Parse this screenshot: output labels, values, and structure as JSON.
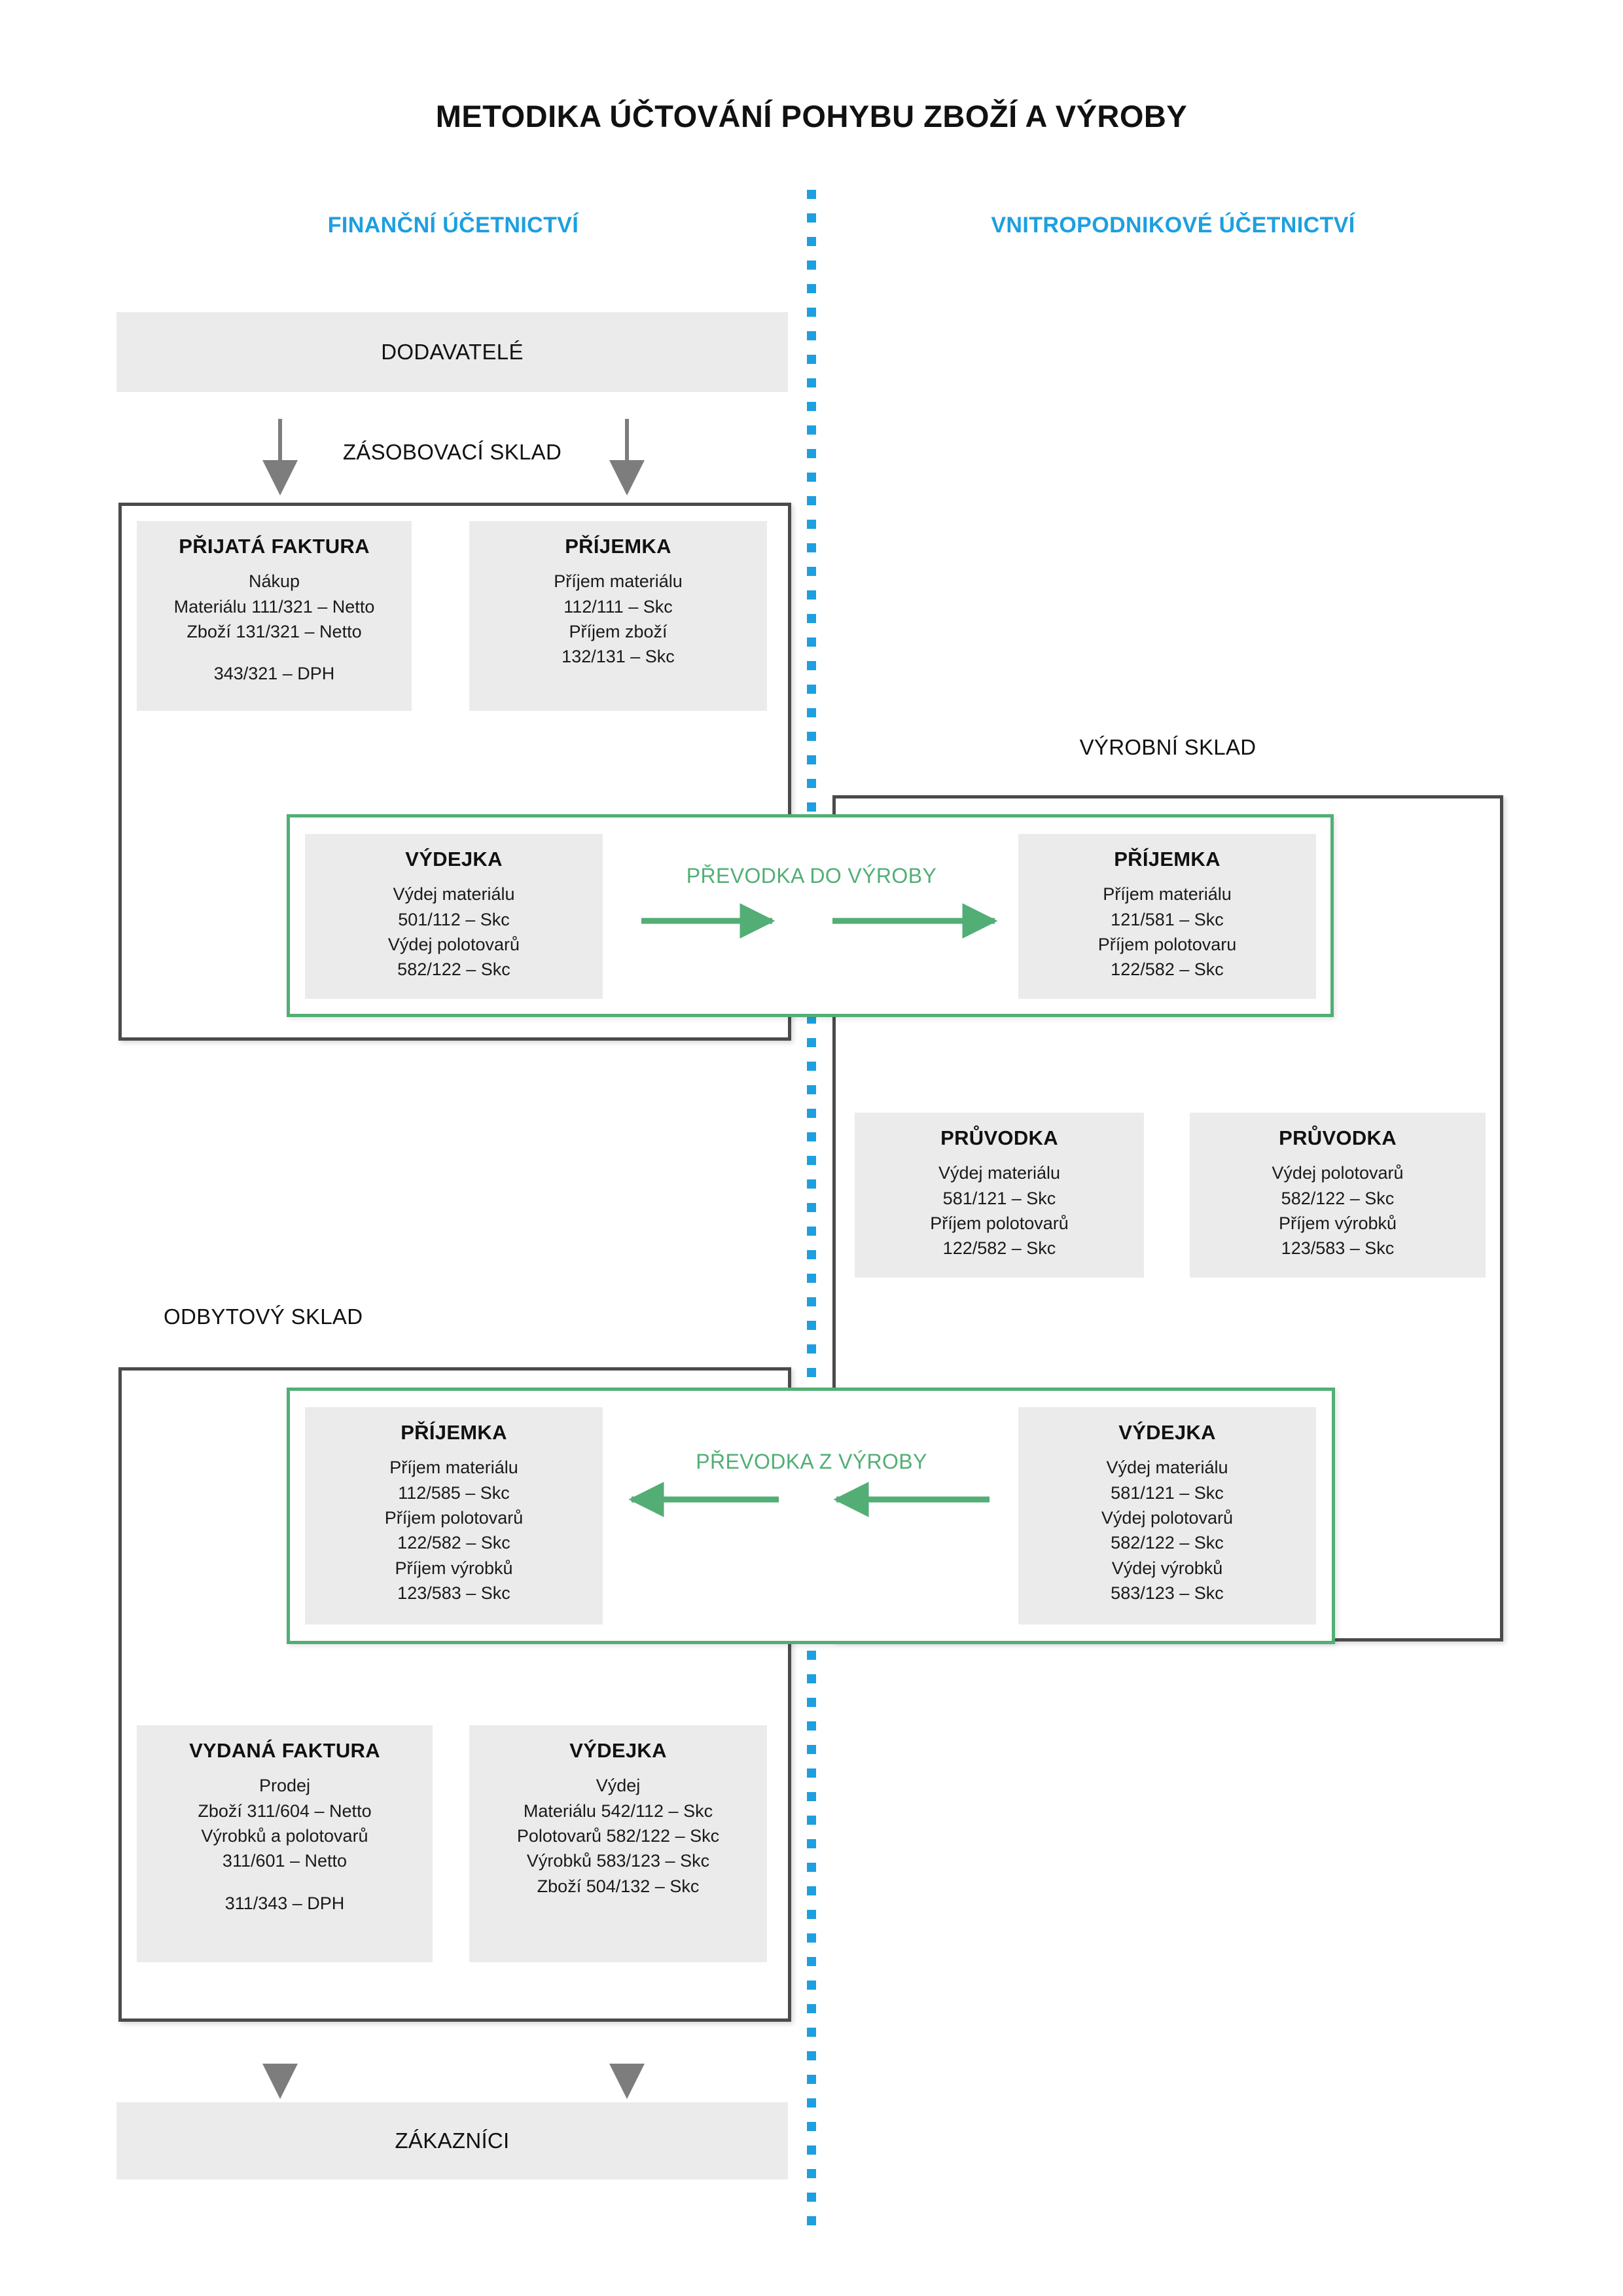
{
  "title": "METODIKA ÚČTOVÁNÍ POHYBU ZBOŽÍ A VÝROBY",
  "columns": {
    "financial": "FINANČNÍ ÚČETNICTVÍ",
    "internal": "VNITROPODNIKOVÉ ÚČETNICTVÍ"
  },
  "colors": {
    "accent_blue": "#1d9fe0",
    "accent_green": "#52AE75",
    "card_grey": "#ebebeb",
    "border_dark": "#4b4b4b",
    "text": "#111111"
  },
  "endpoints": {
    "suppliers": "DODAVATELÉ",
    "customers": "ZÁKAZNÍCI"
  },
  "warehouse_labels": {
    "supply": "ZÁSOBOVACÍ SKLAD",
    "production": "VÝROBNÍ SKLAD",
    "sales": "ODBYTOVÝ SKLAD"
  },
  "transfer_labels": {
    "to_production": "PŘEVODKA  DO VÝROBY",
    "from_production": "PŘEVODKA  Z VÝROBY"
  },
  "cards": {
    "prijata_faktura": {
      "title": "PŘIJATÁ FAKTURA",
      "lines": [
        "Nákup",
        "Materiálu 111/321 – Netto",
        "Zboží 131/321 – Netto"
      ],
      "lines2": [
        "343/321 – DPH"
      ]
    },
    "prijemka_zasob": {
      "title": "PŘÍJEMKA",
      "lines": [
        "Příjem materiálu",
        "112/111 – Skc",
        "Příjem zboží",
        "132/131 – Skc"
      ],
      "lines2": []
    },
    "vydejka_do_vyroby": {
      "title": "VÝDEJKA",
      "lines": [
        "Výdej materiálu",
        "501/112 – Skc",
        "Výdej polotovarů",
        "582/122 – Skc"
      ],
      "lines2": []
    },
    "prijemka_do_vyroby": {
      "title": "PŘÍJEMKA",
      "lines": [
        "Příjem materiálu",
        "121/581 – Skc",
        "Příjem polotovaru",
        "122/582 – Skc"
      ],
      "lines2": []
    },
    "pruvodka_left": {
      "title": "PRŮVODKA",
      "lines": [
        "Výdej materiálu",
        "581/121 – Skc",
        "Příjem polotovarů",
        "122/582 – Skc"
      ],
      "lines2": []
    },
    "pruvodka_right": {
      "title": "PRŮVODKA",
      "lines": [
        "Výdej polotovarů",
        "582/122 – Skc",
        "Příjem výrobků",
        "123/583 – Skc"
      ],
      "lines2": []
    },
    "prijemka_odbyt": {
      "title": "PŘÍJEMKA",
      "lines": [
        "Příjem materiálu",
        "112/585 – Skc",
        "Příjem polotovarů",
        "122/582 – Skc",
        "Příjem výrobků",
        "123/583 – Skc"
      ],
      "lines2": []
    },
    "vydejka_z_vyroby": {
      "title": "VÝDEJKA",
      "lines": [
        "Výdej materiálu",
        "581/121 – Skc",
        "Výdej polotovarů",
        "582/122 – Skc",
        "Výdej výrobků",
        "583/123 – Skc"
      ],
      "lines2": []
    },
    "vydana_faktura": {
      "title": "VYDANÁ FAKTURA",
      "lines": [
        "Prodej",
        "Zboží 311/604 – Netto",
        "Výrobků a polotovarů",
        "311/601 – Netto"
      ],
      "lines2": [
        "311/343 – DPH"
      ]
    },
    "vydejka_odbyt": {
      "title": "VÝDEJKA",
      "lines": [
        "Výdej",
        "Materiálu 542/112 – Skc",
        "Polotovarů 582/122 – Skc",
        "Výrobků 583/123 – Skc",
        "Zboží 504/132 – Skc"
      ],
      "lines2": []
    }
  }
}
